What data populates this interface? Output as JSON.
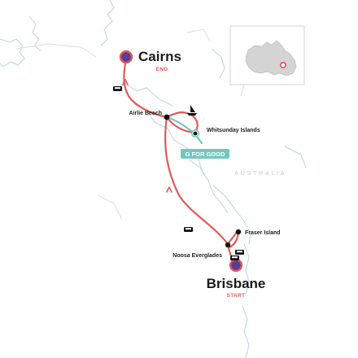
{
  "colors": {
    "route": "#e05a5a",
    "teal": "#74c7bf",
    "endpoint_fill": "#5a3d91",
    "endpoint_ring": "#e05a5a",
    "stop": "#111111",
    "coast": "#b9d3df",
    "land_outline": "#d8d8d8"
  },
  "stops": {
    "cairns": {
      "name": "Cairns",
      "tag": "END"
    },
    "brisbane": {
      "name": "Brisbane",
      "tag": "START"
    },
    "airlie": {
      "name": "Airlie Beach"
    },
    "whitsunday": {
      "name": "Whitsunday Islands"
    },
    "fraser": {
      "name": "Fraser Island"
    },
    "noosa": {
      "name": "Noosa Everglades"
    }
  },
  "badge": {
    "label": "G FOR GOOD"
  },
  "country_label": "AUSTRALIA",
  "icons": {
    "transport": [
      "bus-icon",
      "sailboat-icon",
      "bus-icon",
      "bus-icon",
      "bus-icon"
    ]
  }
}
